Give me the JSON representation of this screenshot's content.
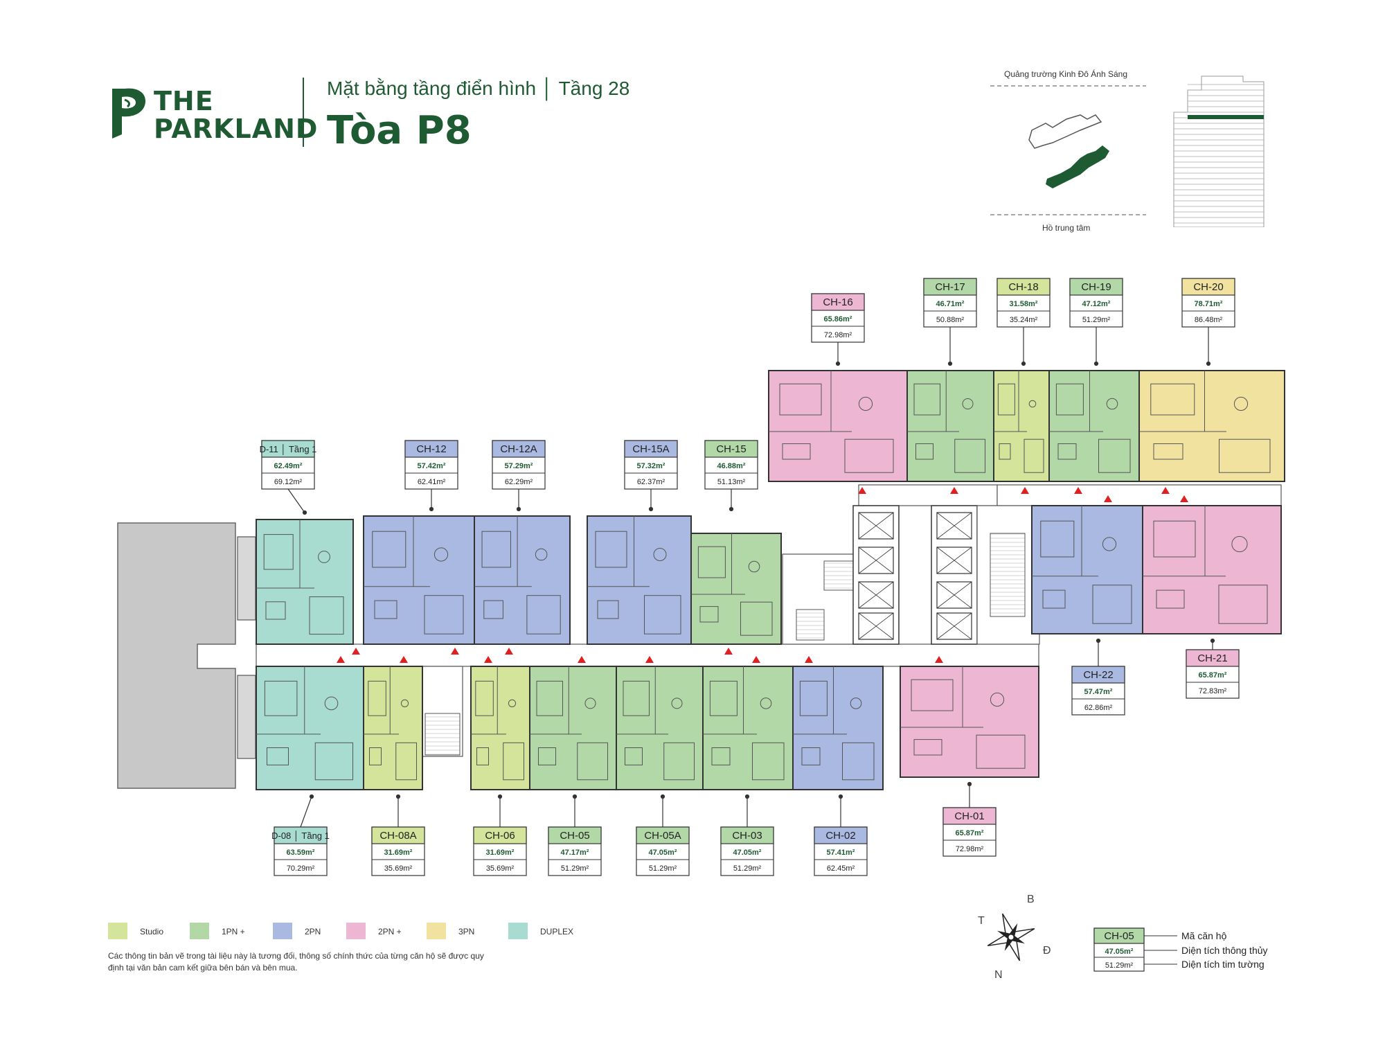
{
  "brand": {
    "line1": "THE",
    "line2": "PARKLAND"
  },
  "header": {
    "subtitle": "Mặt bằng tầng điển hình │ Tầng 28",
    "title": "Tòa P8"
  },
  "site_plan": {
    "top_label": "Quảng trường Kinh Đô Ánh Sáng",
    "bottom_label": "Hồ trung tâm"
  },
  "colors": {
    "studio": "#d4e49a",
    "1pn": "#b2d8a8",
    "2pn": "#aab9e2",
    "2pn_plus": "#edb7d4",
    "3pn": "#f2e2a0",
    "duplex": "#a8dcd0",
    "brand": "#1e5a32",
    "door_marker": "#e02020"
  },
  "units": [
    {
      "code": "CH-16",
      "area1": "65.86m²",
      "area2": "72.98m²",
      "type": "2pn_plus"
    },
    {
      "code": "CH-17",
      "area1": "46.71m²",
      "area2": "50.88m²",
      "type": "1pn"
    },
    {
      "code": "CH-18",
      "area1": "31.58m²",
      "area2": "35.24m²",
      "type": "studio"
    },
    {
      "code": "CH-19",
      "area1": "47.12m²",
      "area2": "51.29m²",
      "type": "1pn"
    },
    {
      "code": "CH-20",
      "area1": "78.71m²",
      "area2": "86.48m²",
      "type": "3pn"
    },
    {
      "code": "D-11 │ Tầng 1",
      "area1": "62.49m²",
      "area2": "69.12m²",
      "type": "duplex"
    },
    {
      "code": "CH-12",
      "area1": "57.42m²",
      "area2": "62.41m²",
      "type": "2pn"
    },
    {
      "code": "CH-12A",
      "area1": "57.29m²",
      "area2": "62.29m²",
      "type": "2pn"
    },
    {
      "code": "CH-15A",
      "area1": "57.32m²",
      "area2": "62.37m²",
      "type": "2pn"
    },
    {
      "code": "CH-15",
      "area1": "46.88m²",
      "area2": "51.13m²",
      "type": "1pn"
    },
    {
      "code": "CH-22",
      "area1": "57.47m²",
      "area2": "62.86m²",
      "type": "2pn"
    },
    {
      "code": "CH-21",
      "area1": "65.87m²",
      "area2": "72.83m²",
      "type": "2pn_plus"
    },
    {
      "code": "D-08 │ Tầng 1",
      "area1": "63.59m²",
      "area2": "70.29m²",
      "type": "duplex"
    },
    {
      "code": "CH-08A",
      "area1": "31.69m²",
      "area2": "35.69m²",
      "type": "studio"
    },
    {
      "code": "CH-06",
      "area1": "31.69m²",
      "area2": "35.69m²",
      "type": "studio"
    },
    {
      "code": "CH-05",
      "area1": "47.17m²",
      "area2": "51.29m²",
      "type": "1pn"
    },
    {
      "code": "CH-05A",
      "area1": "47.05m²",
      "area2": "51.29m²",
      "type": "1pn"
    },
    {
      "code": "CH-03",
      "area1": "47.05m²",
      "area2": "51.29m²",
      "type": "1pn"
    },
    {
      "code": "CH-02",
      "area1": "57.41m²",
      "area2": "62.45m²",
      "type": "2pn"
    },
    {
      "code": "CH-01",
      "area1": "65.87m²",
      "area2": "72.98m²",
      "type": "2pn_plus"
    }
  ],
  "legend": [
    {
      "label": "Studio",
      "type": "studio"
    },
    {
      "label": "1PN +",
      "type": "1pn"
    },
    {
      "label": "2PN",
      "type": "2pn"
    },
    {
      "label": "2PN +",
      "type": "2pn_plus"
    },
    {
      "label": "3PN",
      "type": "3pn"
    },
    {
      "label": "DUPLEX",
      "type": "duplex"
    }
  ],
  "note": "Các thông tin bản vẽ trong tài liệu này là tương đối, thông số chính thức của từng căn hộ sẽ được quy định tại văn bản cam kết giữa bên bán và bên mua.",
  "compass": {
    "n": "B",
    "s": "N",
    "e": "Đ",
    "w": "T"
  },
  "key": {
    "code": "CH-05",
    "area1": "47.05m²",
    "area2": "51.29m²",
    "label_code": "Mã căn hộ",
    "label_area1": "Diện tích thông thủy",
    "label_area2": "Diện tích tim tường"
  }
}
